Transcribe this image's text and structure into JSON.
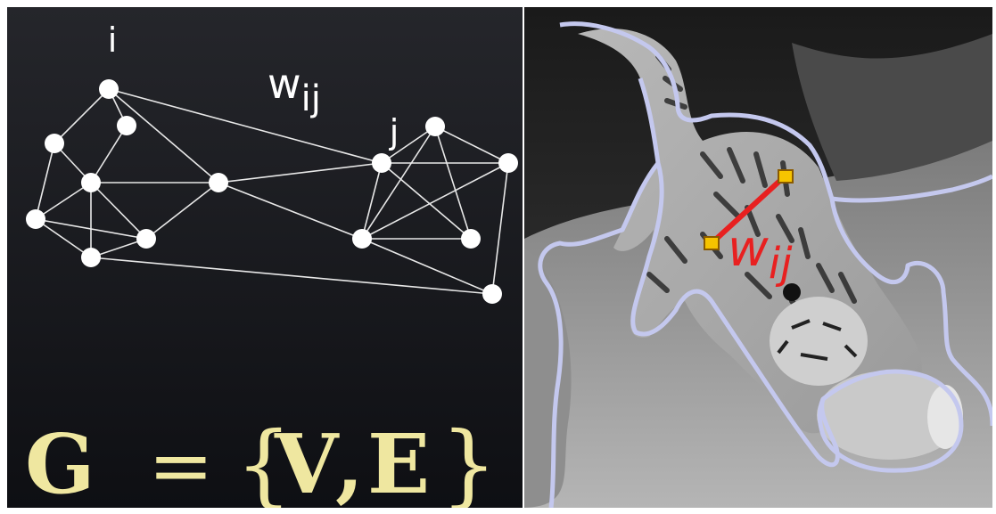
{
  "graph_panel": {
    "label_i": "i",
    "label_j": "j",
    "label_wij_w": "w",
    "label_wij_sub": "ij",
    "formula": {
      "lhs": "G",
      "equals": "=",
      "open_brace": "{",
      "v": "V",
      "comma": ",",
      "e": "E",
      "close_brace": "}"
    },
    "colors": {
      "background_top": "#202126",
      "background_bottom": "#0f1014",
      "node": "#ffffff",
      "edge": "#e8e8e8",
      "formula": "#efe7a0"
    }
  },
  "image_panel": {
    "label_w": "w",
    "label_sub": "ij",
    "colors": {
      "boundary": "#c4c8ee",
      "annotation": "#e82020",
      "marker": "#f6c400"
    }
  }
}
